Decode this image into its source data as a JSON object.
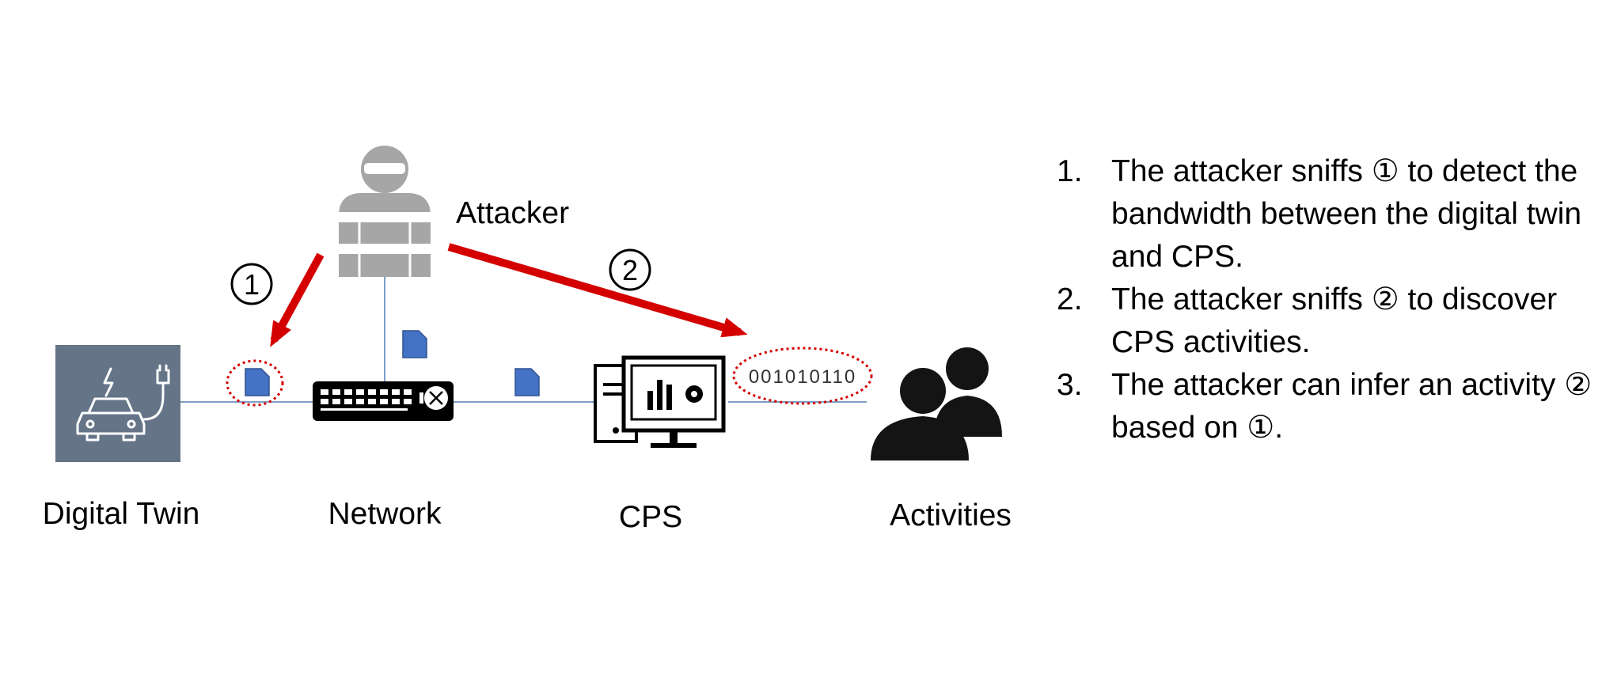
{
  "nodes": {
    "digital_twin": "Digital Twin",
    "network": "Network",
    "cps": "CPS",
    "activities": "Activities",
    "attacker": "Attacker"
  },
  "markers": {
    "one": "①",
    "two": "②"
  },
  "bits": "001010110",
  "steps": [
    {
      "num": "1.",
      "text": "The attacker sniffs ① to detect the bandwidth between the digital twin and CPS."
    },
    {
      "num": "2.",
      "text": "The attacker sniffs ② to discover CPS activities."
    },
    {
      "num": "3.",
      "text": "The attacker can infer an activity ② based on ①."
    }
  ],
  "colors": {
    "arrow": "#d40000",
    "packet": "#4472c4",
    "twin_bg": "#657487",
    "attacker": "#a6a6a6",
    "link": "#7f9dc8"
  },
  "icons": {
    "digital_twin": "electric-car-icon",
    "network": "network-switch-icon",
    "cps": "computer-dashboard-icon",
    "activities": "people-icon",
    "attacker": "masked-attacker-icon",
    "packet": "document-icon"
  }
}
